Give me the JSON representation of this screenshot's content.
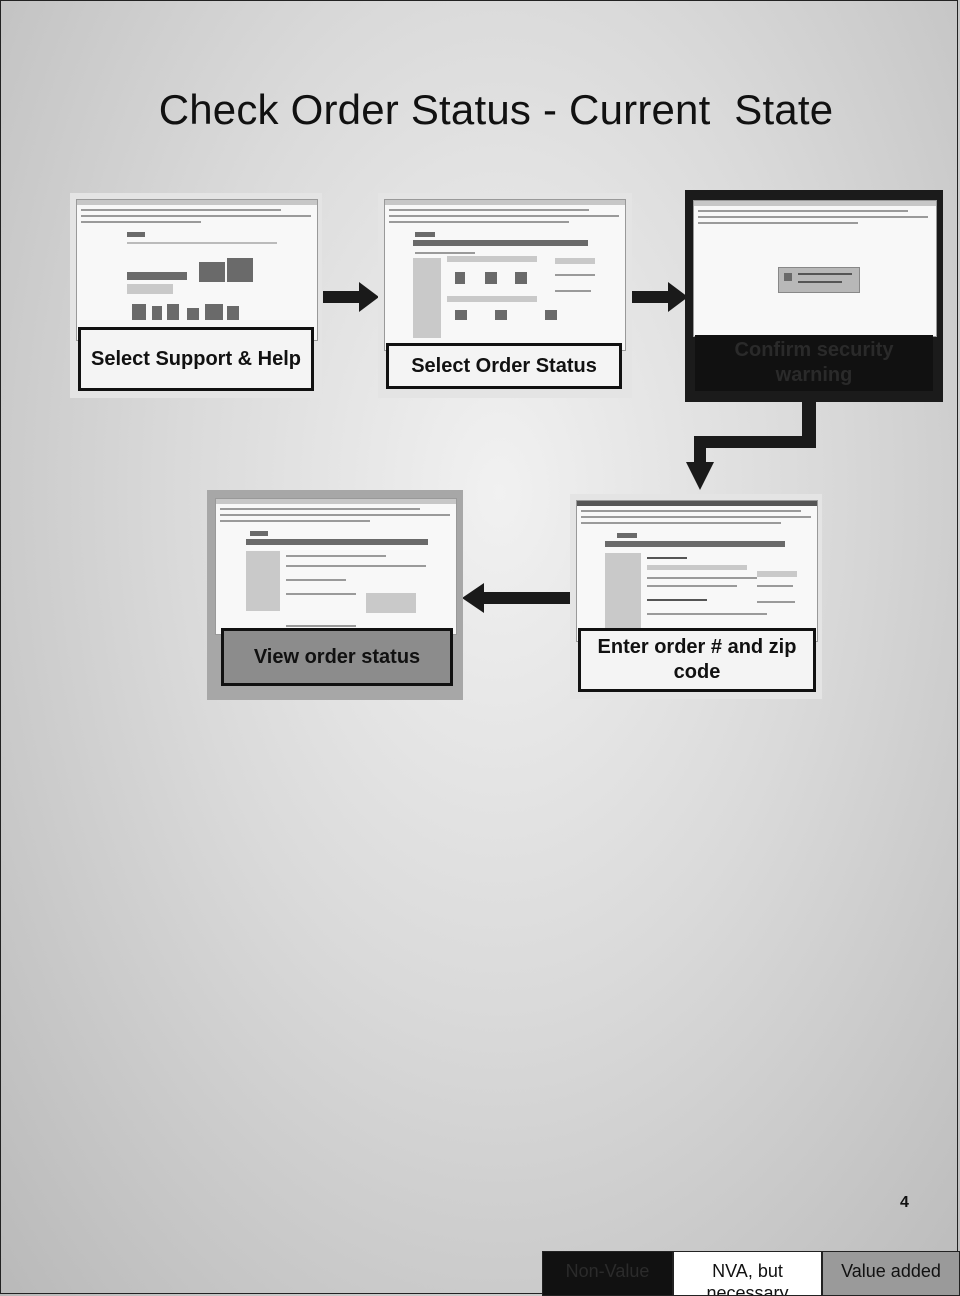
{
  "slide": {
    "title": "Check Order Status - Current  State",
    "page_number": "4"
  },
  "steps": [
    {
      "label": "Select Support & Help",
      "category": "NVA, but necessary"
    },
    {
      "label": "Select Order Status",
      "category": "NVA, but necessary"
    },
    {
      "label": "Confirm security warning",
      "category": "Non-Value"
    },
    {
      "label": "Enter order # and zip code",
      "category": "NVA, but necessary"
    },
    {
      "label": "View order status",
      "category": "Value added"
    }
  ],
  "legend": {
    "non_value": "Non-Value",
    "nva_necessary": "NVA, but necessary",
    "value_added": "Value added"
  },
  "colors": {
    "non_value": "#111111",
    "nva_necessary": "#ffffff",
    "value_added": "#9a9a9a"
  }
}
